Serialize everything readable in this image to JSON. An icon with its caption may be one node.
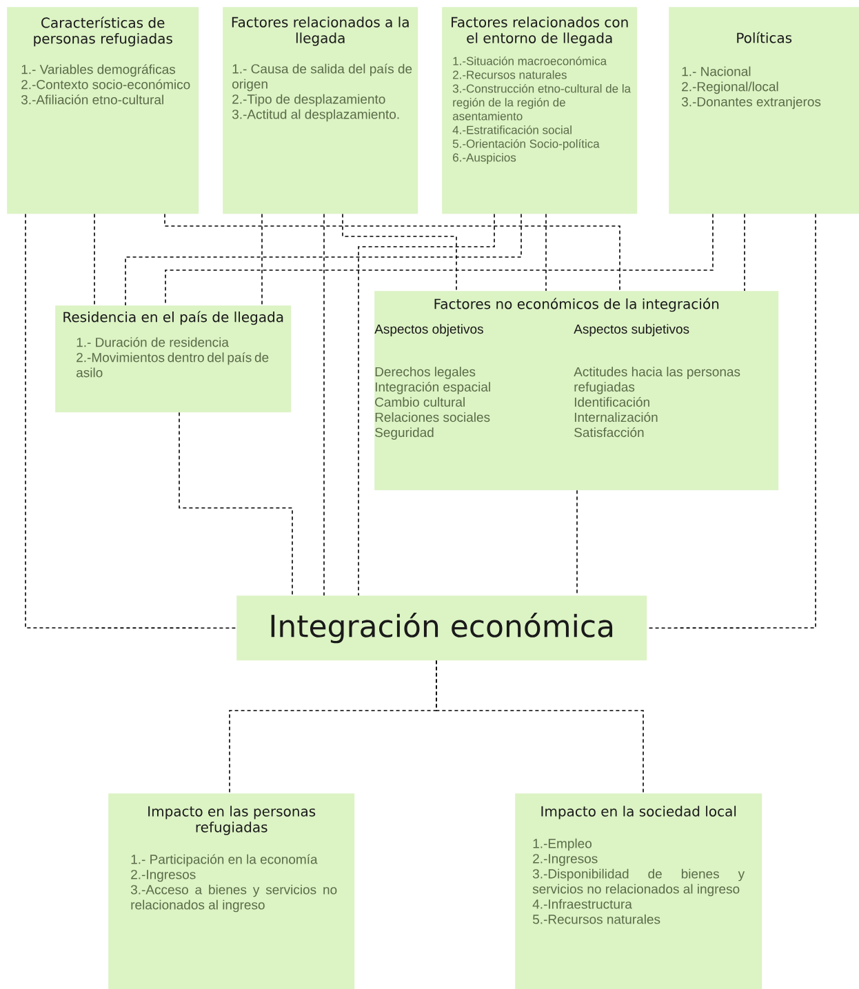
{
  "diagram": {
    "nodes": [
      {
        "text": [
          "Características de personas refugiadas",
          "1.- Variables demográficas",
          "2.-Contexto socio-económico",
          "3.-Afiliación etno-cultural"
        ]
      },
      {
        "text": [
          "Factores relacionados a la llegada",
          "1.- Causa de salida del país de origen",
          "2.-Tipo de desplazamiento",
          "3.-Actitud al desplazamiento."
        ]
      },
      {
        "text": [
          "Factores relacionados con el entorno de llegada",
          "1.-Situación macroeconómica",
          "2.-Recursos naturales",
          "3.-Construcción etno-cultural de la región de la región de asentamiento",
          "4.-Estratificación social",
          "5.-Orientación Socio-política",
          "6.-Auspicios"
        ]
      },
      {
        "text": [
          "Políticas",
          "1.- Nacional",
          "2.-Regional/local",
          "3.-Donantes extranjeros"
        ]
      },
      {
        "text": [
          "Residencia en el país de llegada",
          "1.- Duración de residencia",
          "2.-Movimientos dentro del país de asilo"
        ]
      },
      {
        "text": [
          "Factores no económicos de la integración",
          "Aspectos objetivos",
          "Derechos legales",
          "Integración espacial",
          "Cambio cultural",
          "Relaciones sociales",
          "Seguridad",
          "Aspectos subjetivos",
          "Actitudes hacia las personas refugiadas",
          "Identificación",
          "Internalización",
          "Satisfacción"
        ]
      },
      {
        "text": [
          "Integración económica"
        ]
      },
      {
        "text": [
          "Impacto en las personas refugiadas",
          "1.- Participación en la economía",
          "2.-Ingresos",
          "3.-Acceso a bienes y servicios no relacionados al ingreso"
        ]
      },
      {
        "text": [
          "Impacto en la sociedad local",
          "1.-Empleo",
          "2.-Ingresos",
          "3.-Disponibilidad de bienes y servicios no relacionados al ingreso",
          "4.-Infraestructura",
          "5.-Recursos naturales"
        ]
      }
    ],
    "edges": [
      {
        "from": 0,
        "to": 6,
        "arrow": "none",
        "style": "dashed"
      },
      {
        "from": 0,
        "to": 4,
        "arrow": "none",
        "style": "dashed"
      },
      {
        "from": 0,
        "to": 5,
        "arrow": "none",
        "style": "dashed"
      },
      {
        "from": 1,
        "to": 4,
        "arrow": "none",
        "style": "dashed"
      },
      {
        "from": 1,
        "to": 6,
        "arrow": "none",
        "style": "dashed"
      },
      {
        "from": 1,
        "to": 5,
        "arrow": "none",
        "style": "dashed"
      },
      {
        "from": 2,
        "to": 6,
        "arrow": "none",
        "style": "dashed"
      },
      {
        "from": 2,
        "to": 4,
        "arrow": "none",
        "style": "dashed"
      },
      {
        "from": 2,
        "to": 5,
        "arrow": "none",
        "style": "dashed"
      },
      {
        "from": 3,
        "to": 4,
        "arrow": "none",
        "style": "dashed"
      },
      {
        "from": 3,
        "to": 5,
        "arrow": "none",
        "style": "dashed"
      },
      {
        "from": 3,
        "to": 6,
        "arrow": "none",
        "style": "dashed"
      },
      {
        "from": 4,
        "to": 6,
        "arrow": "none",
        "style": "dashed"
      },
      {
        "from": 5,
        "to": 6,
        "arrow": "none",
        "style": "dashed"
      },
      {
        "from": 6,
        "to": 7,
        "arrow": "none",
        "style": "dashed"
      },
      {
        "from": 6,
        "to": 8,
        "arrow": "none",
        "style": "dashed"
      }
    ]
  }
}
